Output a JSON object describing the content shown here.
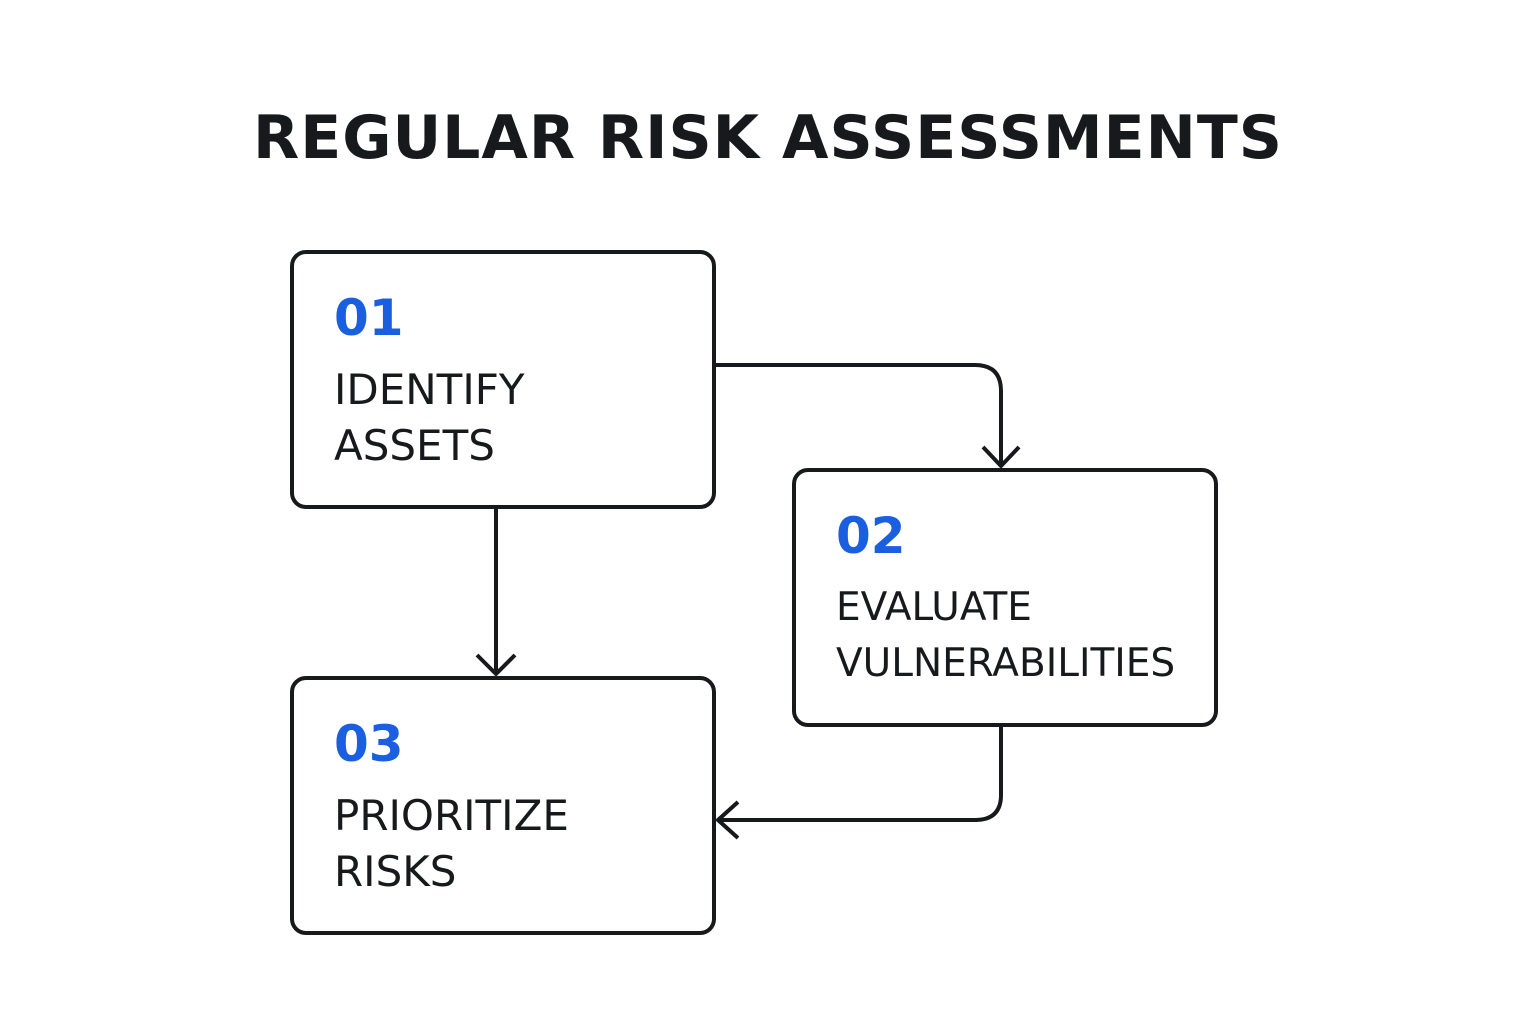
{
  "title": "REGULAR RISK ASSESSMENTS",
  "colors": {
    "accent": "#1a5fe0",
    "stroke": "#17191c",
    "background": "#ffffff"
  },
  "steps": [
    {
      "number": "01",
      "label": "IDENTIFY\nASSETS"
    },
    {
      "number": "02",
      "label": "EVALUATE\nVULNERABILITIES"
    },
    {
      "number": "03",
      "label": "PRIORITIZE\nRISKS"
    }
  ],
  "connections": [
    {
      "from": "01",
      "to": "02"
    },
    {
      "from": "01",
      "to": "03"
    },
    {
      "from": "02",
      "to": "03"
    }
  ]
}
